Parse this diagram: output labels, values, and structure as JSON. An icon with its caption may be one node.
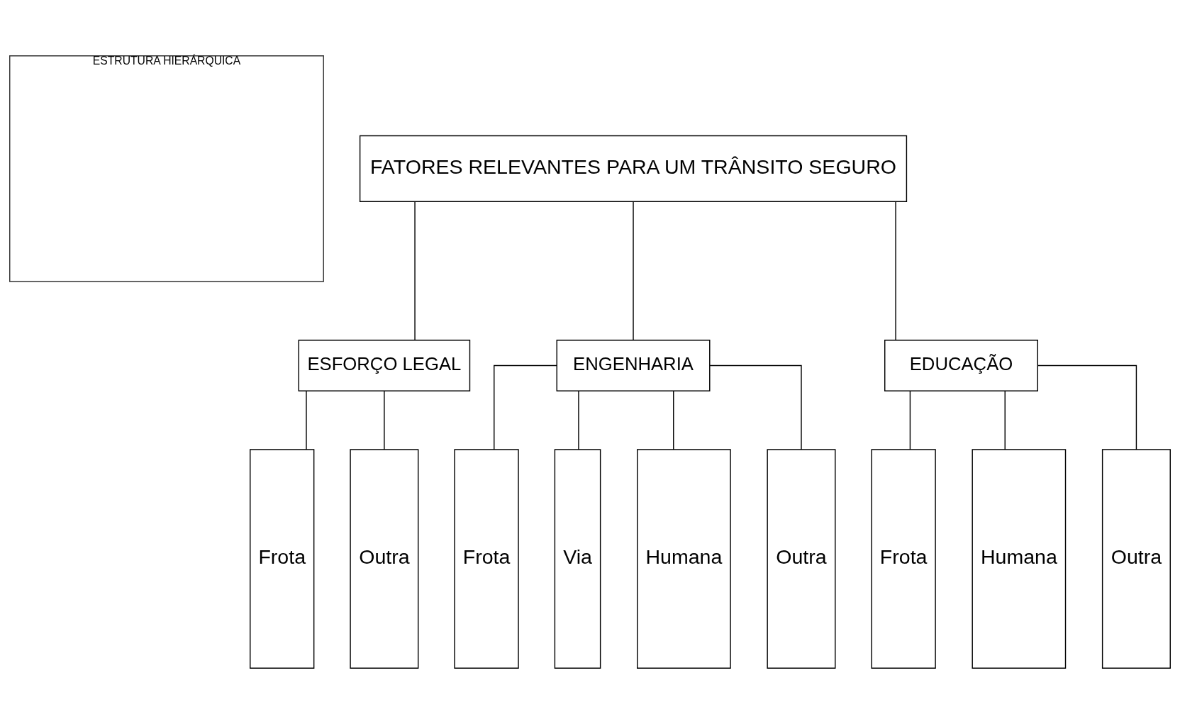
{
  "diagram": {
    "nodes": [
      {
        "text": [
          "ESTRUTURA HIERÁRQUICA"
        ]
      },
      {
        "text": [
          "FATORES RELEVANTES PARA UM TRÂNSITO SEGURO"
        ]
      },
      {
        "text": [
          "ESFORÇO LEGAL"
        ]
      },
      {
        "text": [
          "ENGENHARIA"
        ]
      },
      {
        "text": [
          "EDUCAÇÃO"
        ]
      },
      {
        "text": [
          "Frota"
        ]
      },
      {
        "text": [
          "Outra"
        ]
      },
      {
        "text": [
          "Frota"
        ]
      },
      {
        "text": [
          "Via"
        ]
      },
      {
        "text": [
          "Humana"
        ]
      },
      {
        "text": [
          "Outra"
        ]
      },
      {
        "text": [
          "Frota"
        ]
      },
      {
        "text": [
          "Humana"
        ]
      },
      {
        "text": [
          "Outra"
        ]
      }
    ],
    "edges": [
      {
        "from": 1,
        "to": 2,
        "arrow": "none"
      },
      {
        "from": 1,
        "to": 3,
        "arrow": "none"
      },
      {
        "from": 1,
        "to": 4,
        "arrow": "none"
      },
      {
        "from": 2,
        "to": 5,
        "arrow": "none"
      },
      {
        "from": 2,
        "to": 6,
        "arrow": "none"
      },
      {
        "from": 3,
        "to": 7,
        "arrow": "none"
      },
      {
        "from": 3,
        "to": 8,
        "arrow": "none"
      },
      {
        "from": 3,
        "to": 9,
        "arrow": "none"
      },
      {
        "from": 3,
        "to": 10,
        "arrow": "none"
      },
      {
        "from": 4,
        "to": 11,
        "arrow": "none"
      },
      {
        "from": 4,
        "to": 12,
        "arrow": "none"
      },
      {
        "from": 4,
        "to": 13,
        "arrow": "none"
      }
    ]
  }
}
